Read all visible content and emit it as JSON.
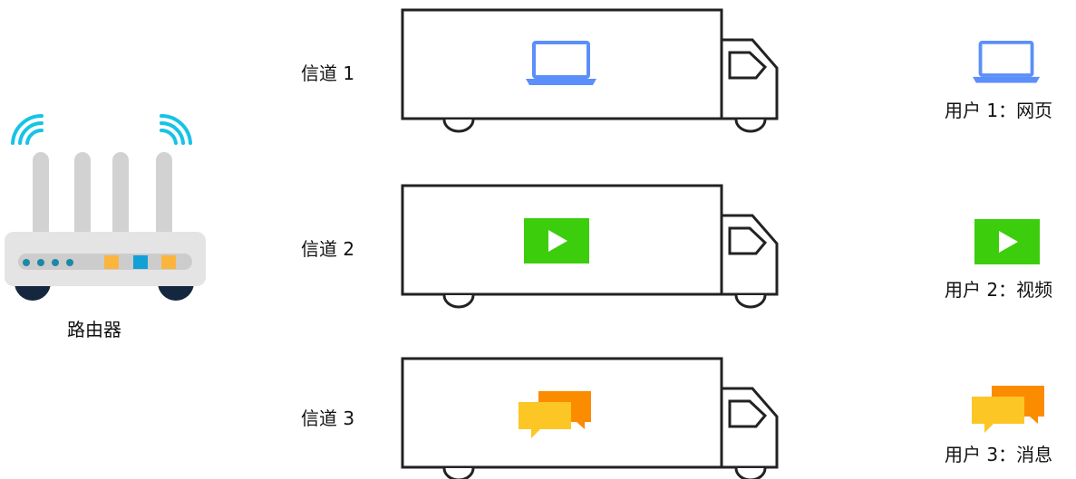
{
  "router": {
    "label": "路由器"
  },
  "channels": [
    {
      "label": "信道 1",
      "user_label": "用户 1：网页",
      "icon": "laptop-icon"
    },
    {
      "label": "信道 2",
      "user_label": "用户 2：视频",
      "icon": "play-icon"
    },
    {
      "label": "信道 3",
      "user_label": "用户 3：消息",
      "icon": "chat-bubbles-icon"
    }
  ],
  "colors": {
    "truck_stroke": "#222222",
    "laptop": "#5b8ff9",
    "play": "#3ccd0c",
    "chat_front": "#fcc625",
    "chat_back": "#fb8c00",
    "wifi": "#16c3e6",
    "router_body": "#e4e4e4",
    "router_antenna": "#d2d2d2",
    "router_dot": "#1b88a8",
    "router_wheel": "#15273f"
  }
}
